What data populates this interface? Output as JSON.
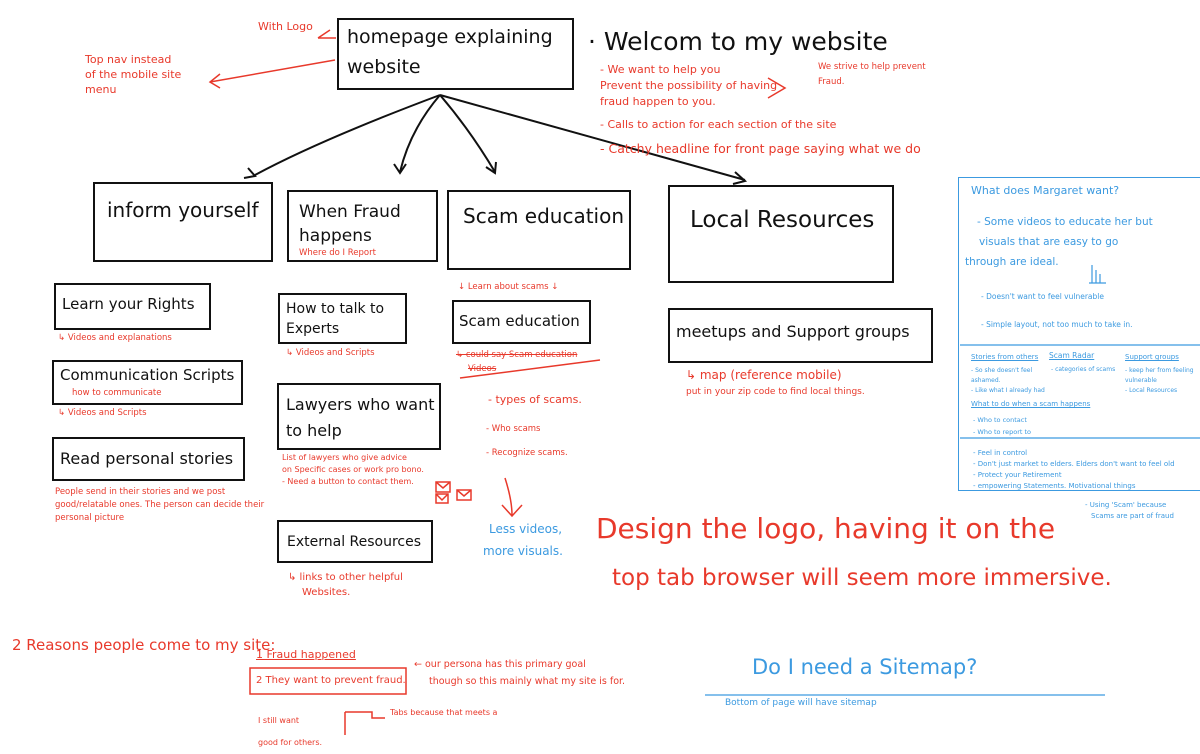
{
  "homepage": {
    "title_line1": "homepage explaining",
    "title_line2": "website",
    "with_logo": "With Logo",
    "top_nav_note": [
      "Top nav instead",
      "of the mobile site",
      "menu"
    ]
  },
  "welcome": {
    "heading": "· Welcom to my website",
    "notes": [
      "- We want to help you",
      "Prevent the possibility of having",
      "fraud happen to you.",
      "- Calls to action for each section of the site",
      "- Catchy headline for front page saying what we do"
    ],
    "side_note": [
      "We strive to help prevent",
      "Fraud."
    ]
  },
  "sections": [
    {
      "title": "inform yourself"
    },
    {
      "title": "When Fraud happens",
      "note": "Where do I Report"
    },
    {
      "title": "Scam education"
    },
    {
      "title": "Local Resources"
    }
  ],
  "subpages": {
    "learn_rights": {
      "title": "Learn your Rights",
      "note": "↳ Videos and explanations"
    },
    "comm_scripts": {
      "title": "Communication Scripts",
      "inner": "how to communicate",
      "note": "↳ Videos and Scripts"
    },
    "personal_stories": {
      "title": "Read personal stories",
      "note": [
        "People send in their stories and we post",
        "good/relatable ones. The person can decide their",
        "personal picture"
      ]
    },
    "talk_experts": {
      "title_line1": "How to talk to",
      "title_line2": "Experts",
      "note": "↳ Videos and Scripts"
    },
    "lawyers": {
      "title_line1": "Lawyers who want",
      "title_line2": "to help",
      "note": [
        "List of lawyers who give advice",
        "on Specific cases or work pro bono.",
        "- Need a button to contact them."
      ]
    },
    "external": {
      "title": "External Resources",
      "note": [
        "↳ links to other helpful",
        "Websites."
      ]
    },
    "scam_ed": {
      "above": "↓ Learn about scams ↓",
      "title": "Scam education",
      "struck": [
        "↳ could say Scam education",
        "Videos"
      ],
      "items": [
        "- types of scams.",
        "- Who scams",
        "- Recognize scams."
      ],
      "blue_note": [
        "Less videos,",
        "more visuals."
      ]
    },
    "meetups": {
      "title": "meetups and Support groups",
      "note": [
        "↳ map (reference mobile)",
        "put in your zip code to find local things."
      ]
    }
  },
  "design_logo": [
    "Design the logo, having it on the",
    "top tab browser will seem more immersive."
  ],
  "persona": {
    "question": "What does Margaret want?",
    "wants": [
      "- Some videos to educate her but",
      "visuals that are easy to go",
      "through are ideal.",
      "- Doesn't want to feel vulnerable",
      "- Simple layout, not too much to take in."
    ],
    "col1_head": "Stories from others",
    "col1": [
      "- So she doesn't feel",
      "ashamed.",
      "- Like what I already had"
    ],
    "col2_head": "Scam Radar",
    "col2": [
      "- categories of scams"
    ],
    "col3_head": "Support groups",
    "col3": [
      "- keep her from feeling",
      "vulnerable",
      "- Local Resources"
    ],
    "col4_head": "What to do when a scam happens",
    "col4": [
      "- Who to contact",
      "- Who to report to"
    ],
    "bottom": [
      "- Feel in control",
      "- Don't just market to elders. Elders don't want to feel old",
      "- Protect your Retirement",
      "- empowering Statements. Motivational things"
    ],
    "scam_note": [
      "- Using 'Scam' because",
      "Scams are part of fraud"
    ]
  },
  "reasons": {
    "heading": "2 Reasons people come to my site:",
    "r1": "1 Fraud happened",
    "r2": "2 They want to prevent fraud.",
    "persona_note": [
      "← our persona has this primary goal",
      "though so this mainly what my site is for."
    ],
    "still_want": [
      "I still want",
      "good for others."
    ],
    "tabs_note": "Tabs because that meets a"
  },
  "sitemap": {
    "question": "Do I need a Sitemap?",
    "answer": "Bottom of page will have sitemap"
  },
  "colors": {
    "ink": "#111111",
    "red": "#e8392b",
    "blue": "#3c9ae0"
  }
}
